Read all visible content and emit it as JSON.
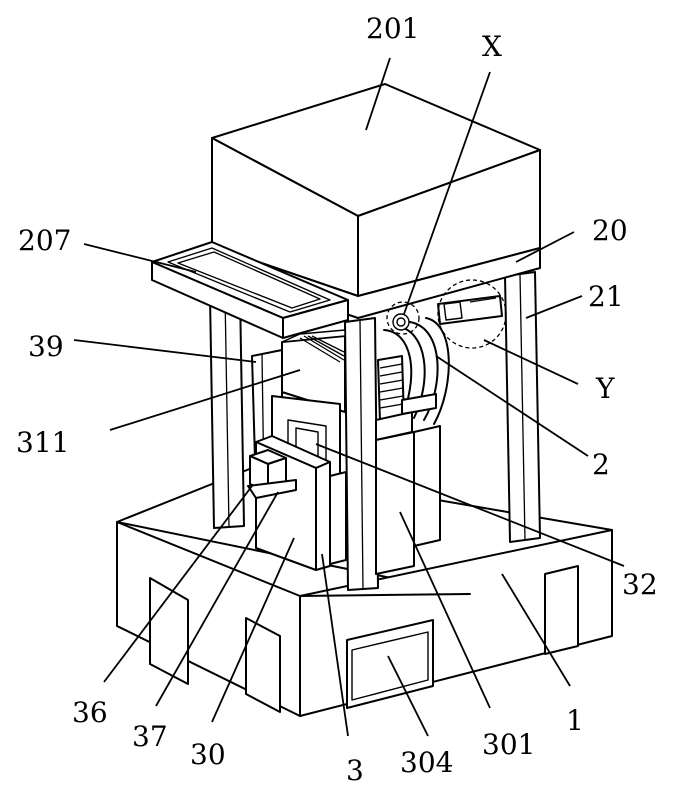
{
  "labels": {
    "l201": "201",
    "lX": "X",
    "l207": "207",
    "l20": "20",
    "l21": "21",
    "l39": "39",
    "lY": "Y",
    "l311": "311",
    "l2": "2",
    "l32": "32",
    "l36": "36",
    "l37": "37",
    "l30": "30",
    "l3": "3",
    "l304": "304",
    "l301": "301",
    "l1": "1"
  }
}
